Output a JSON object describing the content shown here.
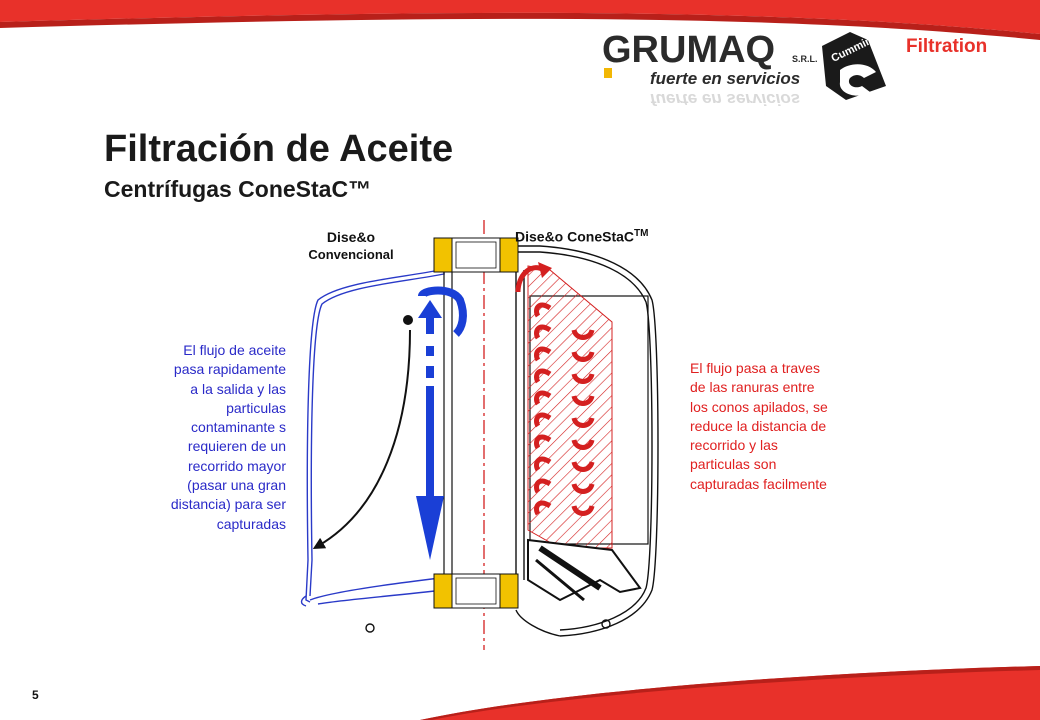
{
  "header": {
    "logo_text": "GRUMAQ",
    "logo_srl": "S.R.L.",
    "logo_slogan": "fuerte en servicios",
    "logo_slogan_mirror": "fuerte en servicios",
    "partner_text": "Cummins",
    "brand_text": "Filtration",
    "colors": {
      "red": "#e8312a",
      "yellow": "#f2b705",
      "dark": "#2b2b2b"
    }
  },
  "slide": {
    "title": "Filtración de Aceite",
    "subtitle": "Centrífugas ConeStaC™",
    "page_number": "5"
  },
  "diagram": {
    "label_conventional_1": "Dise&o",
    "label_conventional_2": "Convencional",
    "label_conestac": "Dise&o ConeStaC",
    "label_conestac_tm": "TM",
    "text_left": "El flujo de aceite pasa rapidamente a la salida y las particulas contaminante s requieren de un recorrido mayor (pasar una gran distancia) para ser capturadas",
    "text_right": "El flujo pasa a traves de las ranuras entre los conos apilados, se reduce la distancia de recorrido y las particulas son capturadas facilmente",
    "colors": {
      "blue": "#1a3fd6",
      "red": "#d42020",
      "yellow": "#f2c200"
    }
  }
}
